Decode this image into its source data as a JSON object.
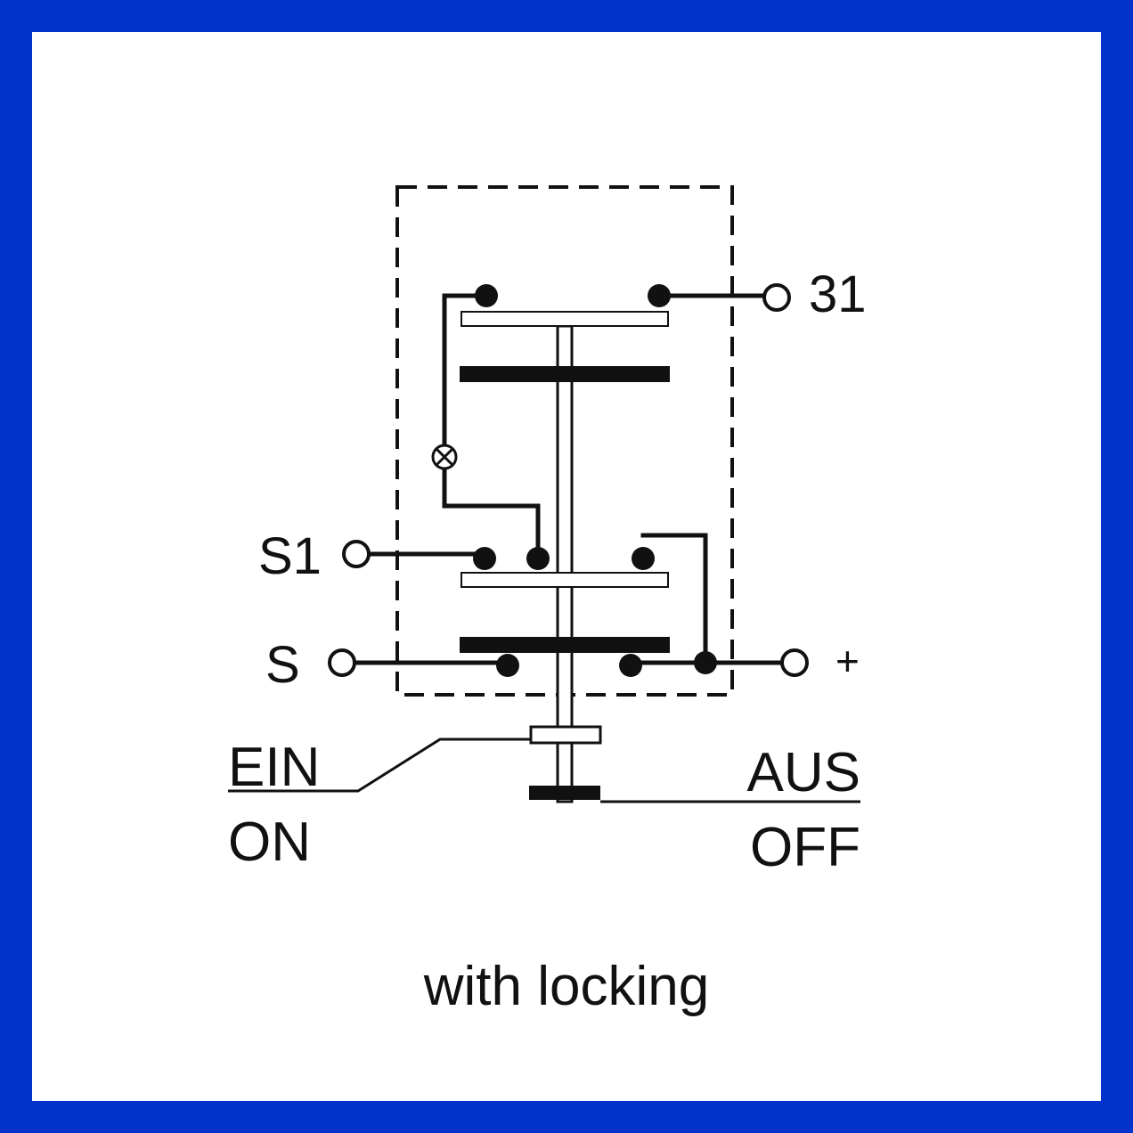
{
  "colors": {
    "frame": "#0033cc",
    "background": "#ffffff",
    "ink": "#111111"
  },
  "terminals": {
    "t31": "31",
    "s1": "S1",
    "s": "S",
    "plus": "+"
  },
  "positions": {
    "on_de": "EIN",
    "on_en": "ON",
    "off_de": "AUS",
    "off_en": "OFF"
  },
  "caption": "with locking",
  "icons": {
    "lamp": "lamp-icon"
  }
}
